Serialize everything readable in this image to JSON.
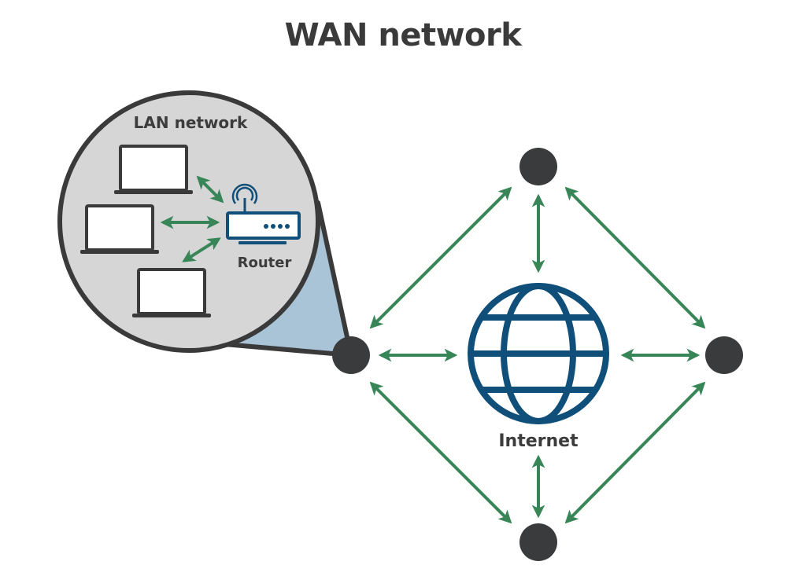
{
  "title": "WAN network",
  "lan": {
    "label": "LAN network",
    "router_label": "Router",
    "laptops": [
      {
        "id": "laptop-top"
      },
      {
        "id": "laptop-middle"
      },
      {
        "id": "laptop-bottom"
      }
    ]
  },
  "internet": {
    "label": "Internet",
    "icon": "globe-icon"
  },
  "wan_nodes": [
    {
      "id": "left",
      "expanded": true
    },
    {
      "id": "top"
    },
    {
      "id": "right"
    },
    {
      "id": "bottom"
    }
  ],
  "connections": [
    {
      "from": "left",
      "to": "internet",
      "type": "bidirectional"
    },
    {
      "from": "top",
      "to": "internet",
      "type": "bidirectional"
    },
    {
      "from": "right",
      "to": "internet",
      "type": "bidirectional"
    },
    {
      "from": "bottom",
      "to": "internet",
      "type": "bidirectional"
    },
    {
      "from": "left",
      "to": "top",
      "type": "bidirectional"
    },
    {
      "from": "top",
      "to": "right",
      "type": "bidirectional"
    },
    {
      "from": "right",
      "to": "bottom",
      "type": "bidirectional"
    },
    {
      "from": "bottom",
      "to": "left",
      "type": "bidirectional"
    },
    {
      "from": "laptop-top",
      "to": "router",
      "type": "bidirectional"
    },
    {
      "from": "laptop-middle",
      "to": "router",
      "type": "bidirectional"
    },
    {
      "from": "laptop-bottom",
      "to": "router",
      "type": "bidirectional"
    }
  ],
  "colors": {
    "text": "#3a3a3a",
    "node": "#3a3b3c",
    "arrow": "#388658",
    "globe": "#0f4f7a",
    "lan_fill": "#d6d6d6",
    "callout": "#a9c4d6"
  }
}
